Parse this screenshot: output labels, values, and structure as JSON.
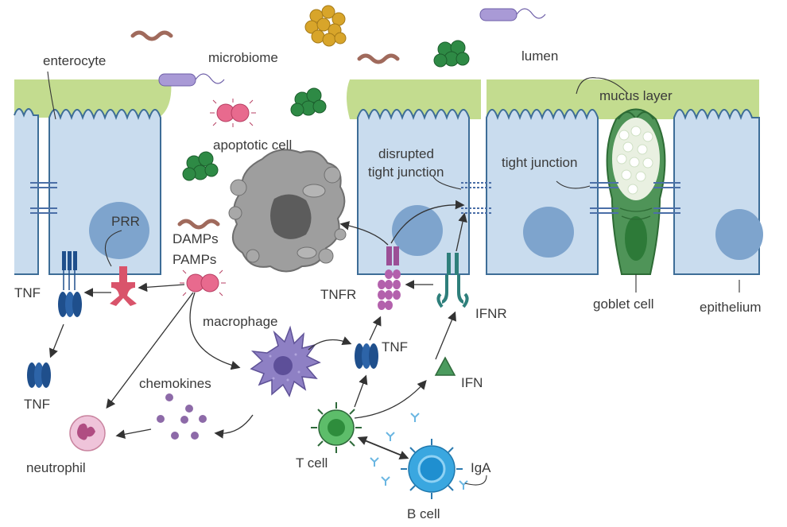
{
  "labels": {
    "enterocyte": "enterocyte",
    "microbiome": "microbiome",
    "lumen": "lumen",
    "mucus_layer": "mucus layer",
    "apoptotic_cell": "apoptotic cell",
    "disrupted_tj_1": "disrupted",
    "disrupted_tj_2": "tight junction",
    "tight_junction": "tight junction",
    "prr": "PRR",
    "damps": "DAMPs",
    "pamps": "PAMPs",
    "tnf_left": "TNF",
    "tnf_bottom_left": "TNF",
    "tnfr": "TNFR",
    "ifnr": "IFNR",
    "macrophage": "macrophage",
    "tnf_center": "TNF",
    "ifn": "IFN",
    "chemokines": "chemokines",
    "neutrophil": "neutrophil",
    "t_cell": "T cell",
    "b_cell": "B cell",
    "iga": "IgA",
    "goblet_cell": "goblet cell",
    "epithelium": "epithelium"
  },
  "colors": {
    "epithelial_cell": "#c9dcee",
    "cell_outline": "#3d6d97",
    "nucleus": "#7ea4cd",
    "mucus": "#c3dc8f",
    "goblet": "#5a9e5d",
    "tnf": "#1f4f8c",
    "tnfr": "#9b4f96",
    "ifnr": "#2e7f7b",
    "prr": "#d9546b",
    "apoptotic": "#9e9e9e",
    "macrophage": "#8e80c4",
    "t_cell": "#3c9b4a",
    "b_cell": "#3aa7e0",
    "neutrophil": "#e6a5c8",
    "bacteria_green": "#2e8a45",
    "bacteria_yellow": "#d8a52a",
    "worm": "#a06a5c",
    "rod_bacterium": "#a99ad6"
  }
}
